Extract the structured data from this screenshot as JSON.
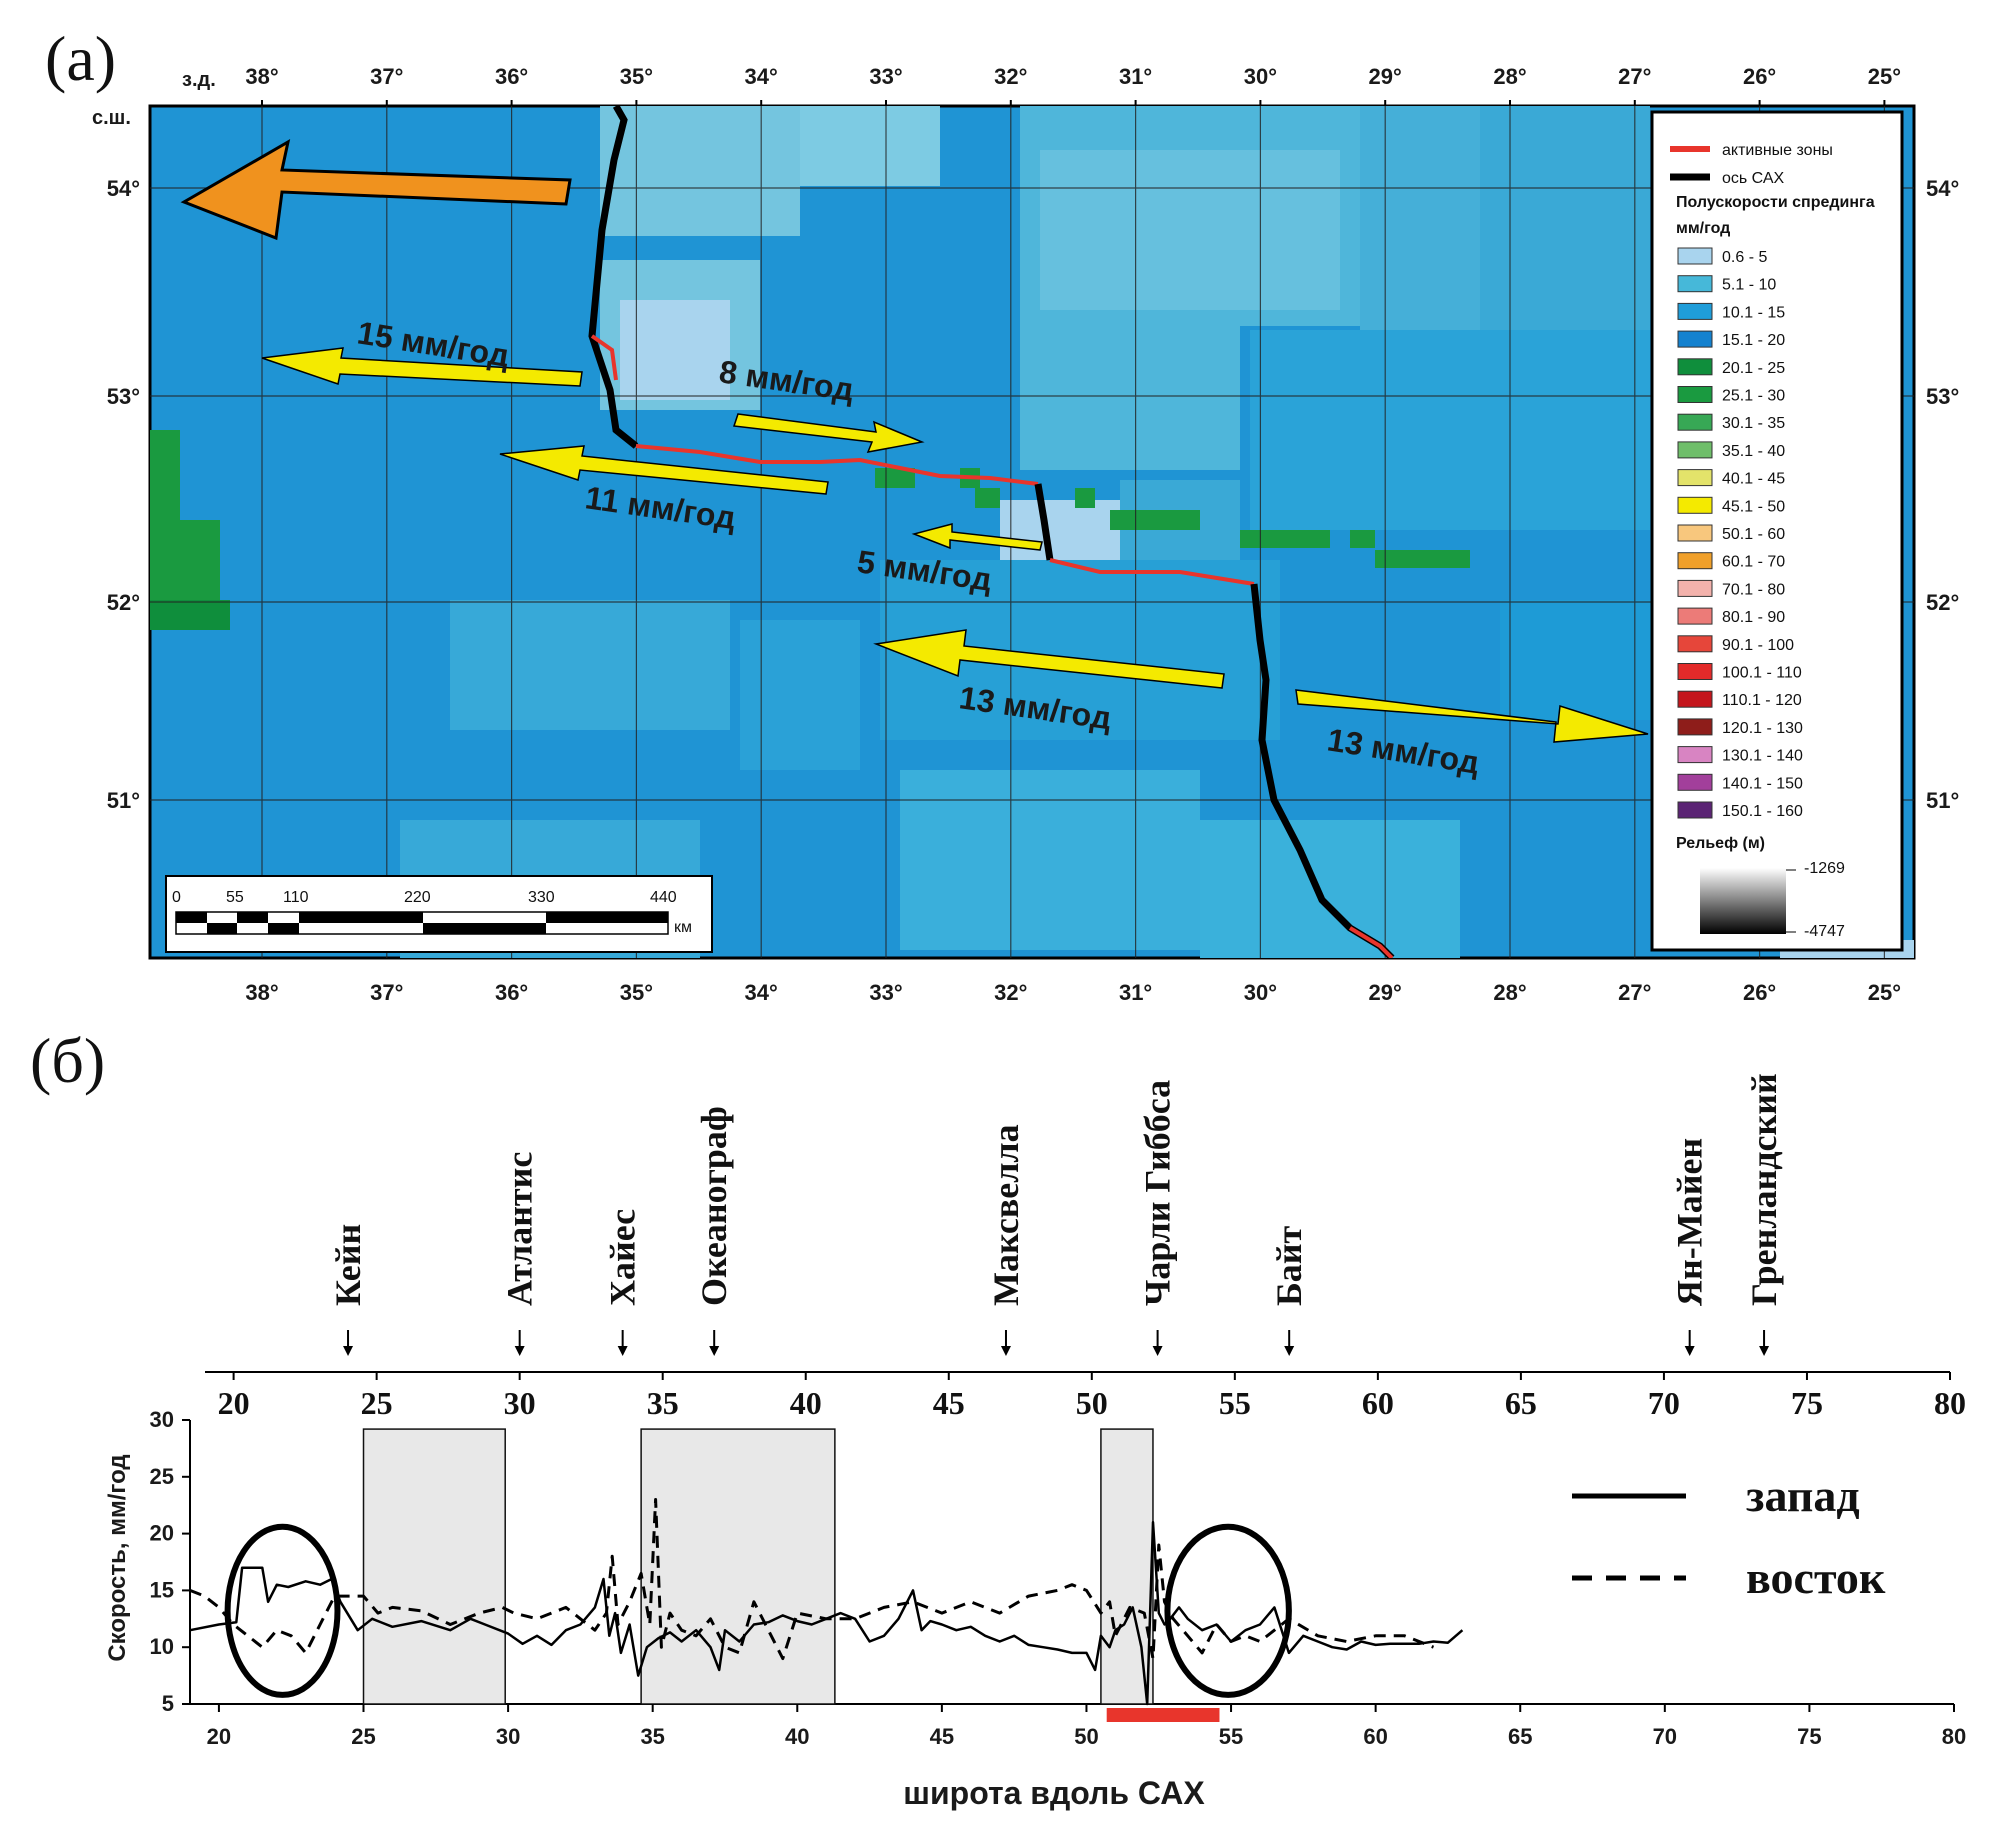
{
  "panel_a": {
    "label": "(а)",
    "corner_lon": "з.д.",
    "corner_lat": "с.ш.",
    "lon_ticks": [
      "38°",
      "37°",
      "36°",
      "35°",
      "34°",
      "33°",
      "32°",
      "31°",
      "30°",
      "29°",
      "28°",
      "27°",
      "26°",
      "25°"
    ],
    "lat_ticks": [
      "54°",
      "53°",
      "52°",
      "51°"
    ],
    "scale_bar": {
      "labels": [
        "0",
        "55",
        "110",
        "220",
        "330",
        "440"
      ],
      "unit": "км"
    },
    "arrows": [
      {
        "text": "15 мм/год",
        "color": "#f4ea00"
      },
      {
        "text": "8 мм/год",
        "color": "#f4ea00"
      },
      {
        "text": "11 мм/год",
        "color": "#f4ea00"
      },
      {
        "text": "5 мм/год",
        "color": "#f4ea00"
      },
      {
        "text": "13 мм/год",
        "color": "#f4ea00"
      },
      {
        "text": "13 мм/год",
        "color": "#f4ea00"
      }
    ],
    "big_arrow_color": "#f0921e",
    "legend": {
      "line_items": [
        {
          "label": "активные зоны",
          "color": "#e8352c"
        },
        {
          "label": "ось САХ",
          "color": "#000000"
        }
      ],
      "title": "Полускорости спрединга",
      "unit": "мм/год",
      "classes": [
        {
          "label": "0.6 - 5",
          "color": "#a9d4ee"
        },
        {
          "label": "5.1 - 10",
          "color": "#46b8d9"
        },
        {
          "label": "10.1 - 15",
          "color": "#1f9dd9"
        },
        {
          "label": "15.1 - 20",
          "color": "#1482cf"
        },
        {
          "label": "20.1 - 25",
          "color": "#0f8e3c"
        },
        {
          "label": "25.1 - 30",
          "color": "#1a9a40"
        },
        {
          "label": "30.1 - 35",
          "color": "#37a855"
        },
        {
          "label": "35.1 - 40",
          "color": "#6fbe6a"
        },
        {
          "label": "40.1 - 45",
          "color": "#e3e36a"
        },
        {
          "label": "45.1 - 50",
          "color": "#f4ea00"
        },
        {
          "label": "50.1 - 60",
          "color": "#f8c77d"
        },
        {
          "label": "60.1 - 70",
          "color": "#f0a02a"
        },
        {
          "label": "70.1 - 80",
          "color": "#f3b2ac"
        },
        {
          "label": "80.1 - 90",
          "color": "#ec7b78"
        },
        {
          "label": "90.1 - 100",
          "color": "#e6463a"
        },
        {
          "label": "100.1 - 110",
          "color": "#e32a2a"
        },
        {
          "label": "110.1 - 120",
          "color": "#c4151c"
        },
        {
          "label": "120.1 - 130",
          "color": "#8e1d1a"
        },
        {
          "label": "130.1 - 140",
          "color": "#d884c2"
        },
        {
          "label": "140.1 - 150",
          "color": "#a23f9b"
        },
        {
          "label": "150.1 - 160",
          "color": "#5b2474"
        }
      ],
      "relief_title": "Рельеф (м)",
      "relief_max": "-1269",
      "relief_min": "-4747"
    }
  },
  "panel_b": {
    "label": "(б)",
    "fracture_zones": [
      {
        "name": "Кейн",
        "lat": 24
      },
      {
        "name": "Атлантис",
        "lat": 30
      },
      {
        "name": "Хайес",
        "lat": 33.6
      },
      {
        "name": "Океанограф",
        "lat": 36.8
      },
      {
        "name": "Максвелла",
        "lat": 47
      },
      {
        "name": "Чарли Гиббса",
        "lat": 52.3
      },
      {
        "name": "Байт",
        "lat": 56.9
      },
      {
        "name": "Ян-Майен",
        "lat": 70.9
      },
      {
        "name": "Гренландский",
        "lat": 73.5
      }
    ],
    "legend": [
      {
        "label": "запад",
        "style": "solid"
      },
      {
        "label": "восток",
        "style": "dashed"
      }
    ],
    "active_zone_color": "#e8352c"
  },
  "chart_data": {
    "type": "line",
    "title": "",
    "xlabel": "широта вдоль САХ",
    "ylabel": "Скорость, мм/год",
    "xlim": [
      19,
      80
    ],
    "ylim": [
      5,
      30
    ],
    "xticks": [
      20,
      25,
      30,
      35,
      40,
      45,
      50,
      55,
      60,
      65,
      70,
      75,
      80
    ],
    "yticks": [
      5,
      10,
      15,
      20,
      25,
      30
    ],
    "grid": false,
    "legend_position": "top-right",
    "shaded_regions": [
      [
        25,
        29.9
      ],
      [
        34.6,
        41.3
      ],
      [
        50.5,
        52.3
      ]
    ],
    "ellipses": [
      {
        "cx": 22.2,
        "cy": 13.2,
        "rx": 1.9,
        "ry": 7.4
      },
      {
        "cx": 54.9,
        "cy": 13.2,
        "rx": 2.1,
        "ry": 7.4
      }
    ],
    "active_zone_band": [
      50.7,
      54.6
    ],
    "series": [
      {
        "name": "запад",
        "style": "solid",
        "x": [
          19,
          20,
          20.6,
          20.8,
          21.5,
          21.7,
          22.0,
          22.4,
          23.0,
          23.5,
          23.9,
          24.2,
          24.8,
          25.3,
          26,
          27,
          28,
          28.7,
          29.2,
          30,
          30.5,
          31,
          31.5,
          32,
          32.5,
          33,
          33.3,
          33.5,
          33.7,
          33.9,
          34.2,
          34.5,
          34.8,
          35.2,
          35.6,
          36,
          36.5,
          37,
          37.3,
          37.5,
          38,
          38.5,
          39,
          39.5,
          40,
          40.5,
          41,
          41.5,
          42,
          42.5,
          43,
          43.5,
          44,
          44.3,
          44.6,
          45,
          45.5,
          46,
          46.5,
          47,
          47.5,
          48,
          48.5,
          49,
          49.5,
          50,
          50.3,
          50.5,
          50.8,
          51,
          51.3,
          51.6,
          51.9,
          52.1,
          52.3,
          52.5,
          52.7,
          52.9,
          53.2,
          53.5,
          54,
          54.5,
          55,
          55.5,
          56,
          56.5,
          57,
          57.5,
          58,
          58.5,
          59,
          59.5,
          60,
          60.5,
          61,
          61.5,
          62,
          62.5,
          63
        ],
        "y": [
          11.5,
          12,
          12.2,
          17,
          17,
          14,
          15.5,
          15.3,
          15.8,
          15.5,
          16,
          14,
          11.5,
          12.5,
          11.8,
          12.3,
          11.5,
          12.5,
          12.0,
          11.2,
          10.3,
          11,
          10.2,
          11.5,
          12,
          13.5,
          16,
          11,
          13,
          9.5,
          12,
          7.5,
          10,
          10.8,
          11.3,
          10.5,
          11.5,
          10,
          8,
          11.5,
          10.5,
          12,
          12.2,
          12.8,
          12.3,
          12,
          12.5,
          13,
          12.5,
          10.5,
          11,
          12.5,
          15,
          11.5,
          12.3,
          12,
          11.5,
          11.8,
          11,
          10.5,
          11,
          10.2,
          10,
          9.8,
          9.5,
          9.5,
          8,
          11,
          10,
          11.5,
          12,
          13.5,
          10,
          5,
          21,
          13,
          12,
          12.5,
          13.5,
          12.5,
          11.5,
          12,
          10.5,
          11.5,
          12,
          13.5,
          9.5,
          11,
          10.5,
          10,
          9.8,
          10.5,
          10.2,
          10.3,
          10.3,
          10.3,
          10.5,
          10.4,
          11.5
        ]
      },
      {
        "name": "восток",
        "style": "dashed",
        "x": [
          19,
          19.5,
          20,
          20.5,
          21,
          21.5,
          22,
          22.5,
          23,
          23.5,
          24,
          24.5,
          25,
          25.5,
          26,
          27,
          28,
          29,
          29.8,
          30.2,
          31,
          32,
          32.5,
          33,
          33.4,
          33.6,
          33.8,
          34.2,
          34.6,
          34.9,
          35.1,
          35.3,
          35.6,
          36,
          36.5,
          37,
          37.5,
          38,
          38.5,
          39,
          39.5,
          40,
          41,
          42,
          43,
          44,
          45,
          46,
          47,
          48,
          49,
          49.5,
          50,
          50.5,
          50.8,
          51,
          51.5,
          52,
          52.3,
          52.5,
          52.7,
          53,
          53.5,
          54,
          54.5,
          55,
          55.5,
          56,
          56.5,
          57,
          58,
          59,
          60,
          61,
          62
        ],
        "y": [
          15,
          14.5,
          13.5,
          12,
          11,
          10,
          11.5,
          11,
          9.5,
          12,
          14.5,
          14.5,
          14.5,
          13,
          13.5,
          13.2,
          12,
          13,
          13.5,
          13,
          12.5,
          13.5,
          12.5,
          11.5,
          13,
          18,
          12,
          14,
          16.5,
          12,
          23,
          10,
          13,
          11.5,
          11,
          12.5,
          10,
          9.5,
          14,
          11.5,
          9,
          13,
          12.5,
          12.5,
          13.5,
          14,
          13,
          14,
          13,
          14.5,
          15,
          15.5,
          15,
          13,
          14,
          11,
          13.5,
          13,
          9,
          19,
          14,
          12.5,
          11,
          9.5,
          12,
          10.5,
          11,
          10.5,
          11.5,
          12.5,
          11,
          10.5,
          11,
          11,
          10
        ]
      }
    ]
  }
}
